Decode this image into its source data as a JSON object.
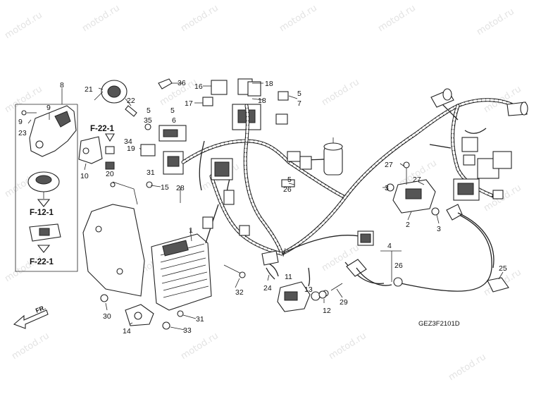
{
  "watermark": "motod.ru",
  "diagram_code": "GEZ3F2101D",
  "front_label": "FR.",
  "references": [
    "F-22-1",
    "F-12-1",
    "F-22-1"
  ],
  "callouts": [
    "1",
    "2",
    "3",
    "3",
    "4",
    "5",
    "5",
    "5",
    "5",
    "6",
    "7",
    "8",
    "9",
    "9",
    "10",
    "11",
    "12",
    "13",
    "14",
    "15",
    "16",
    "17",
    "18",
    "18",
    "19",
    "20",
    "21",
    "22",
    "23",
    "24",
    "25",
    "26",
    "26",
    "27",
    "27",
    "28",
    "29",
    "30",
    "31",
    "31",
    "32",
    "33",
    "34",
    "35",
    "36"
  ]
}
